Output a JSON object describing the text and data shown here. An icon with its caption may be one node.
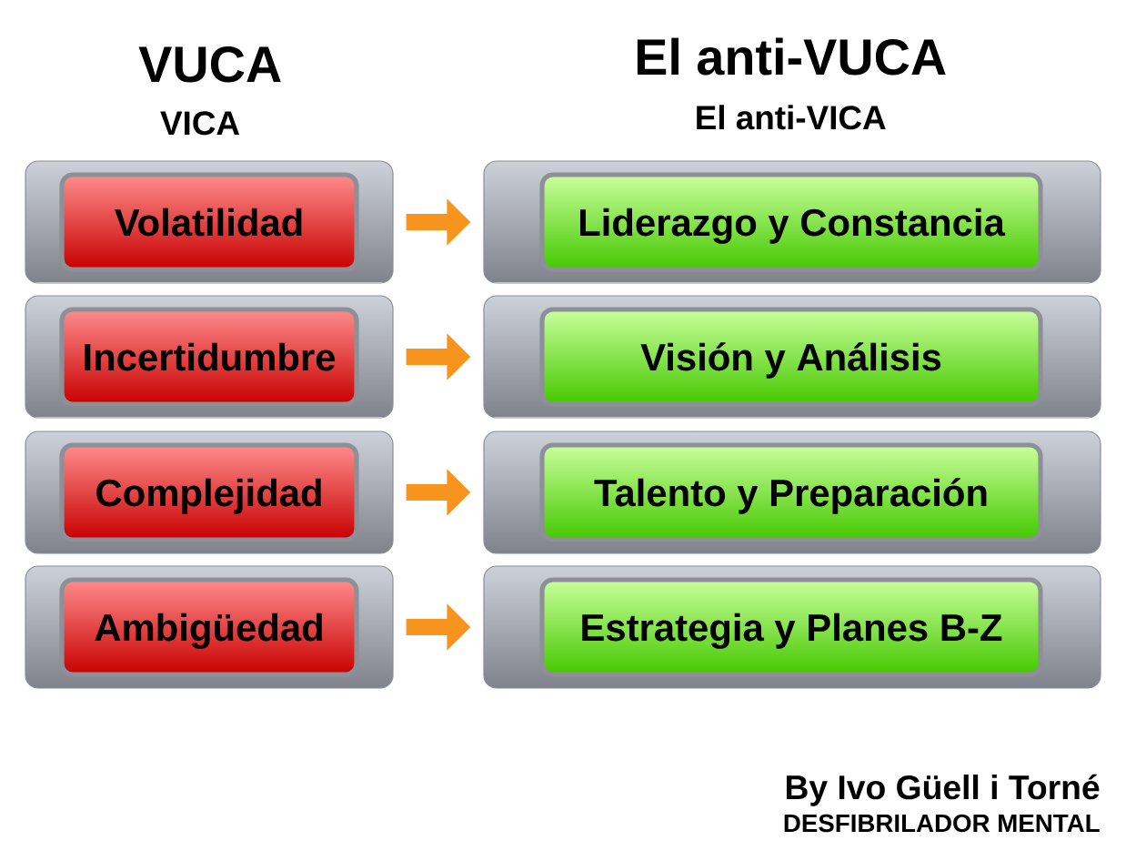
{
  "diagram": {
    "nodes": [
      {
        "text": [],
        "shape": "bar"
      },
      {
        "text": [
          "Volatilidad"
        ],
        "in": 0
      },
      {
        "text": [],
        "shape": "bar"
      },
      {
        "text": [
          "Liderazgo y Constancia"
        ],
        "in": 2
      },
      {
        "text": [],
        "shape": "bar"
      },
      {
        "text": [
          "Incertidumbre"
        ],
        "in": 4
      },
      {
        "text": [],
        "shape": "bar"
      },
      {
        "text": [
          "Visión y Análisis"
        ],
        "in": 6
      },
      {
        "text": [],
        "shape": "bar"
      },
      {
        "text": [
          "Complejidad"
        ],
        "in": 8
      },
      {
        "text": [],
        "shape": "bar"
      },
      {
        "text": [
          "Talento y Preparación"
        ],
        "in": 10
      },
      {
        "text": [],
        "shape": "bar"
      },
      {
        "text": [
          "Ambigüedad"
        ],
        "in": 12
      },
      {
        "text": [],
        "shape": "bar"
      },
      {
        "text": [
          "Estrategia y Planes B-Z"
        ],
        "in": 14
      }
    ],
    "edges": [
      {
        "from": 0,
        "to": 2,
        "arrow": "to"
      },
      {
        "from": 4,
        "to": 6,
        "arrow": "to"
      },
      {
        "from": 8,
        "to": 10,
        "arrow": "to"
      },
      {
        "from": 12,
        "to": 14,
        "arrow": "to"
      }
    ],
    "labels": [
      "VUCA",
      "VICA",
      "El anti-VUCA",
      "El anti-VICA",
      "By Ivo Güell i Torné",
      "DESFIBRILADOR MENTAL"
    ]
  }
}
